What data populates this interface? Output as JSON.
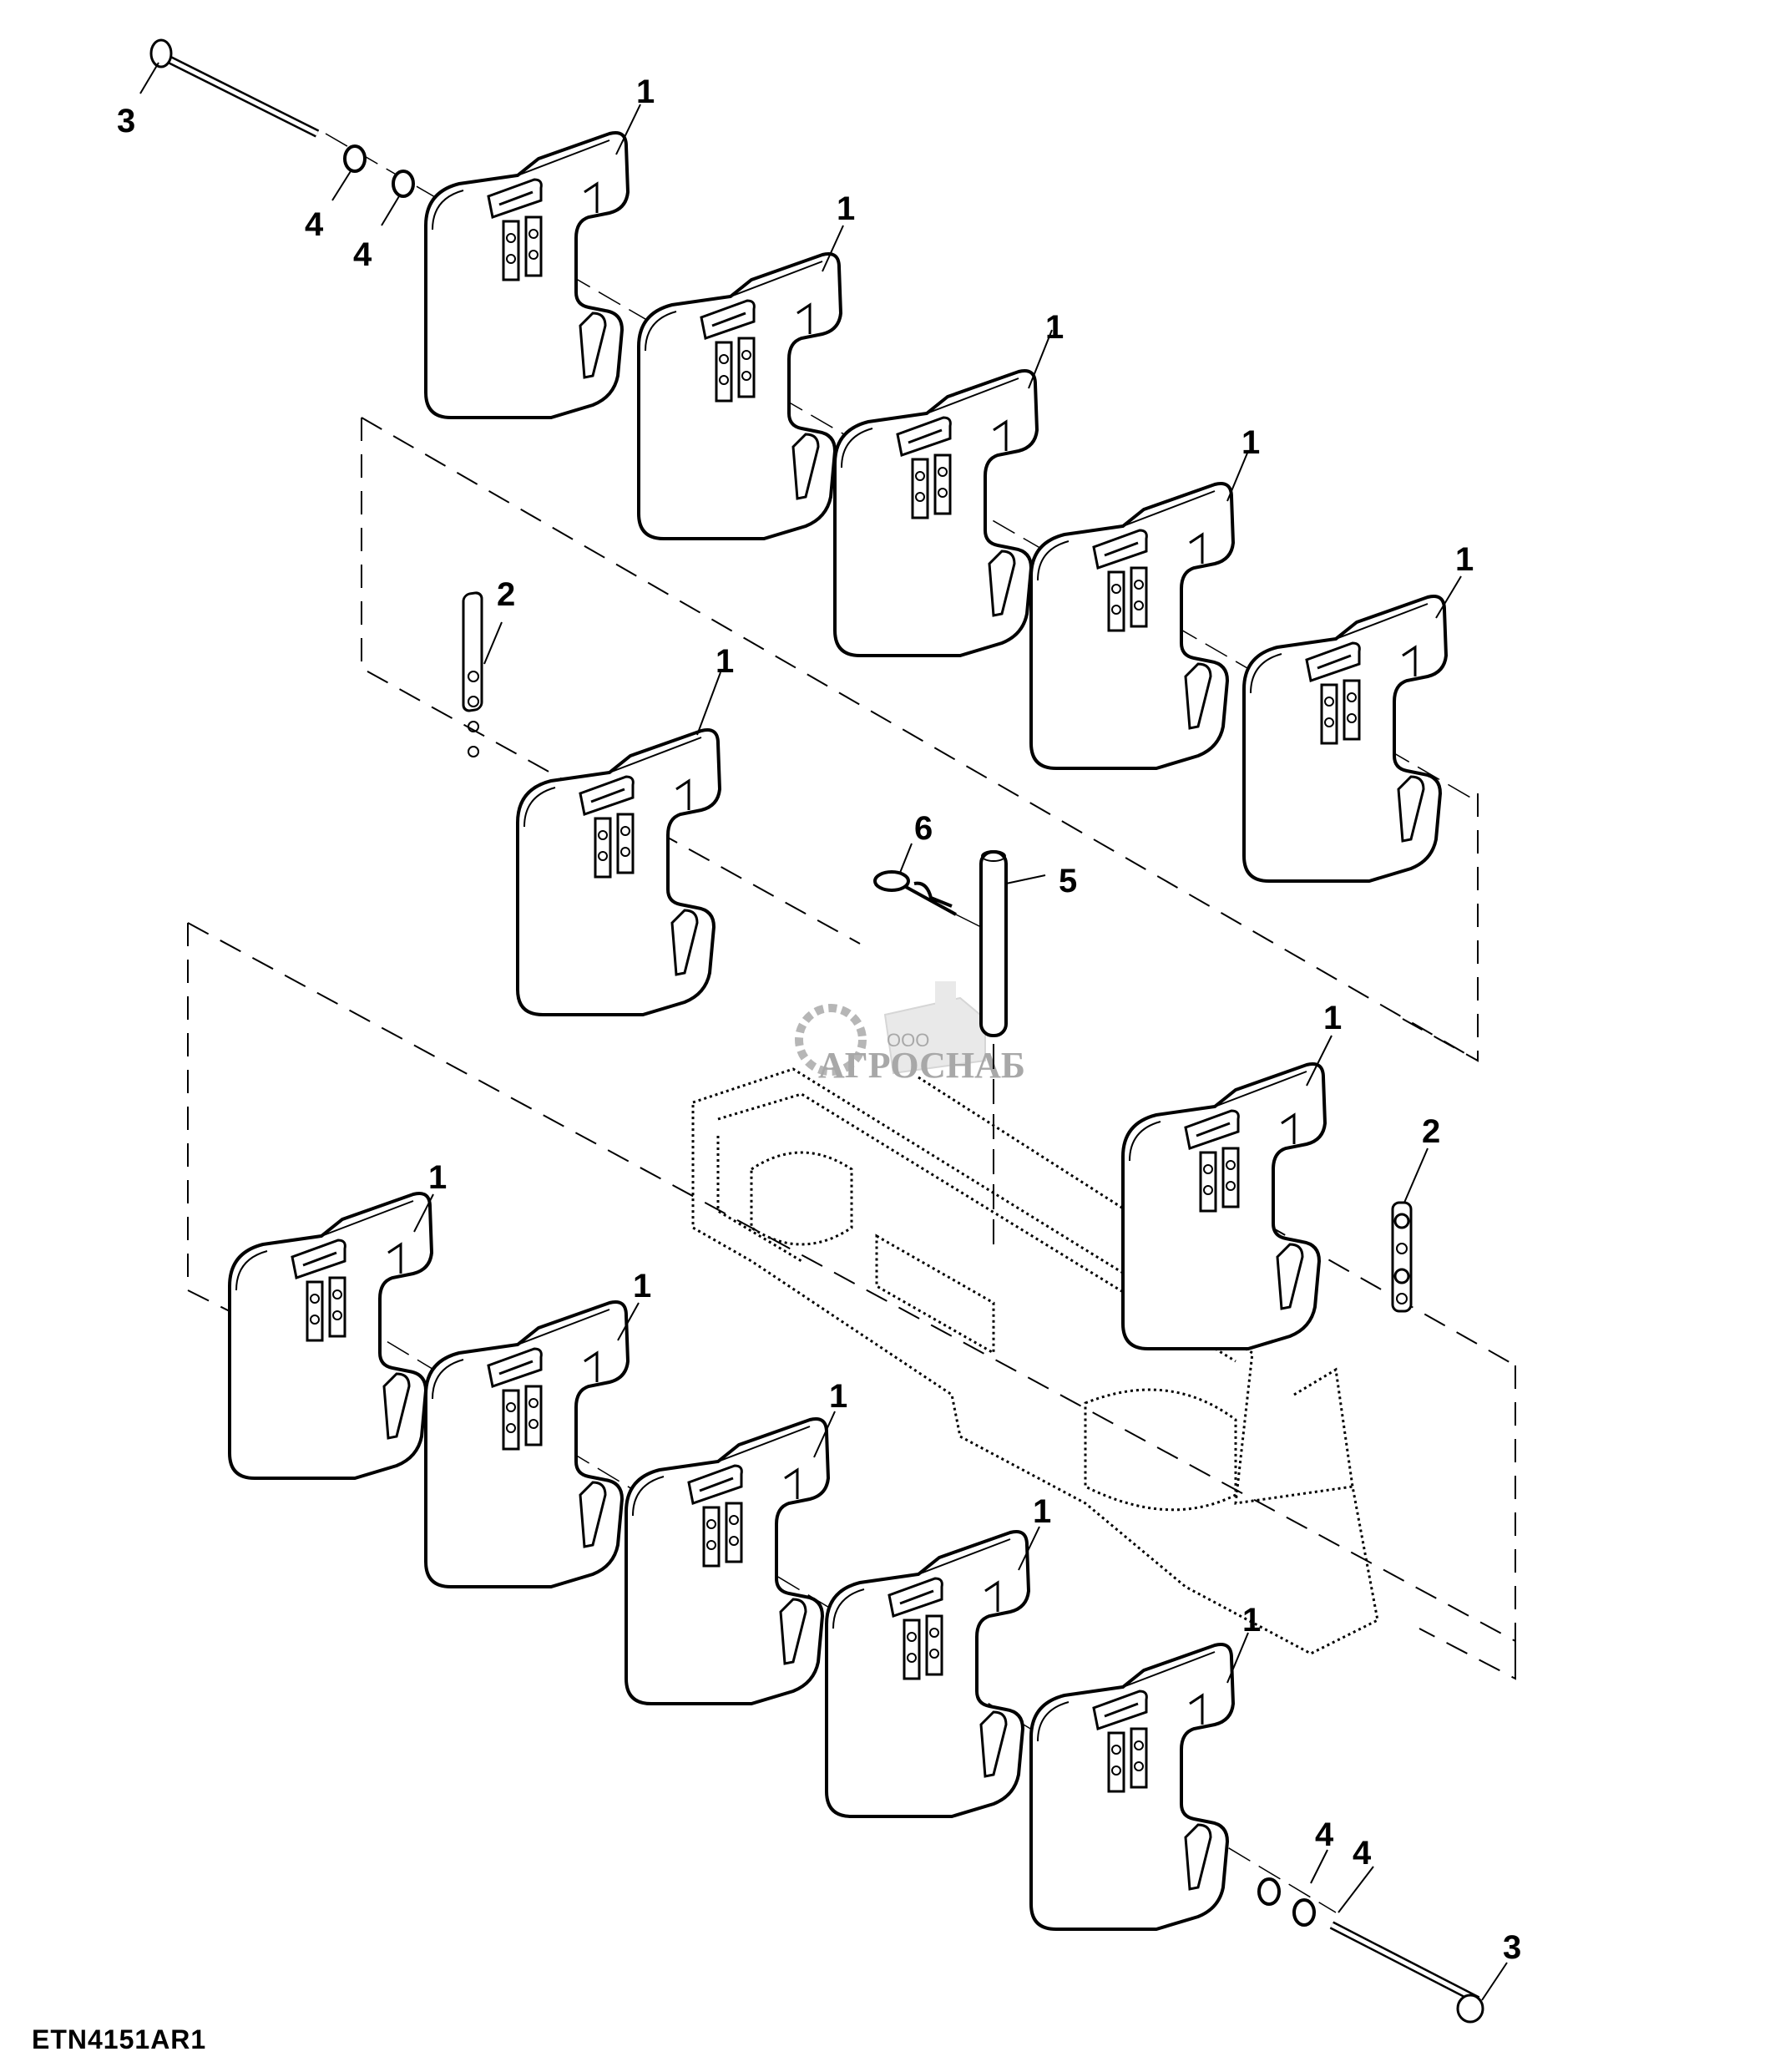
{
  "figure_id": "ETN4151AR1",
  "watermark": {
    "prefix": "ООО",
    "name": "АГРОСНАБ"
  },
  "callouts": {
    "weight": "1",
    "retainer_strap": "2",
    "bolt": "3",
    "washer": "4",
    "pin": "5",
    "spring_clip": "6"
  },
  "parts": [
    {
      "ref": "1",
      "name": "weight",
      "count_shown": 12
    },
    {
      "ref": "2",
      "name": "retainer-strap",
      "count_shown": 2
    },
    {
      "ref": "3",
      "name": "bolt",
      "count_shown": 2
    },
    {
      "ref": "4",
      "name": "washer",
      "count_shown": 4
    },
    {
      "ref": "5",
      "name": "pin",
      "count_shown": 1
    },
    {
      "ref": "6",
      "name": "spring-clip",
      "count_shown": 1
    }
  ]
}
